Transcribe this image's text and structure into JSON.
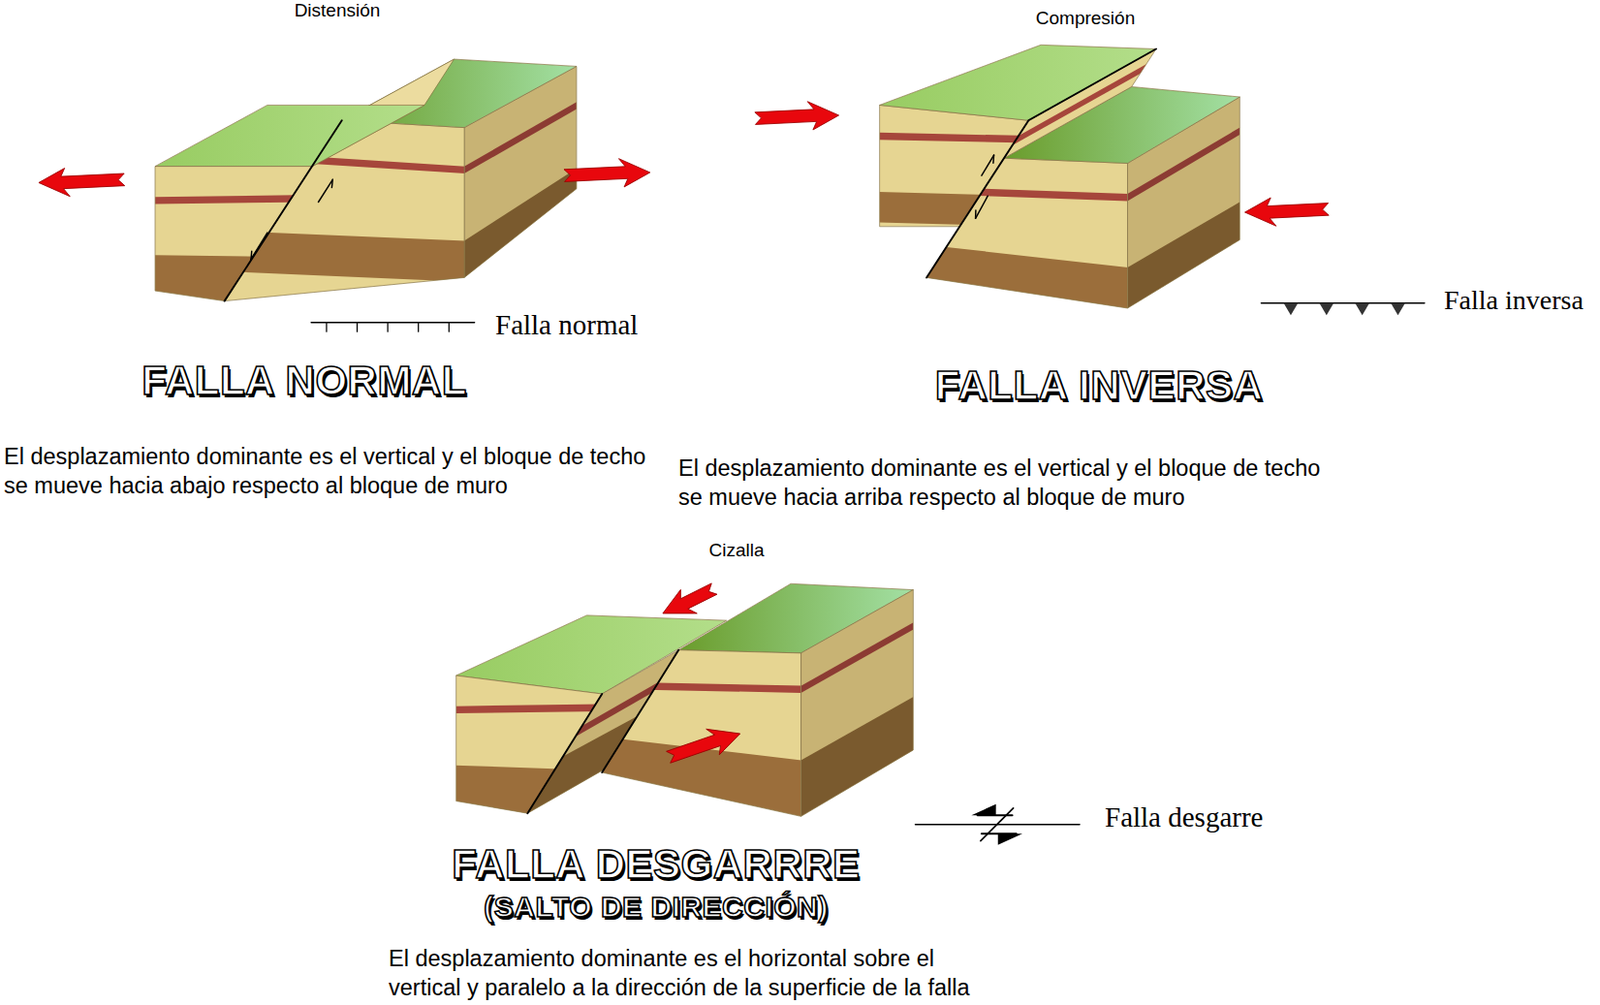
{
  "diagram": {
    "labels": [
      "Distensión",
      "Compresión",
      "FALLA NORMAL",
      "El desplazamiento dominante es el vertical y el bloque de techo se mueve hacia abajo respecto al bloque de muro",
      "FALLA INVERSA",
      "El desplazamiento dominante es el vertical y el bloque de techo se mueve hacia arriba respecto al bloque de muro",
      "Cizalla",
      "FALLA DESGARRRE",
      "(SALTO DE DIRECCIÓN)",
      "El desplazamiento dominante es el horizontal sobre el vertical y paralelo a la dirección de la superficie de la falla"
    ],
    "legend": [
      {
        "text": "Falla normal"
      },
      {
        "text": "Falla inversa"
      },
      {
        "text": "Falla desgarre"
      }
    ]
  }
}
